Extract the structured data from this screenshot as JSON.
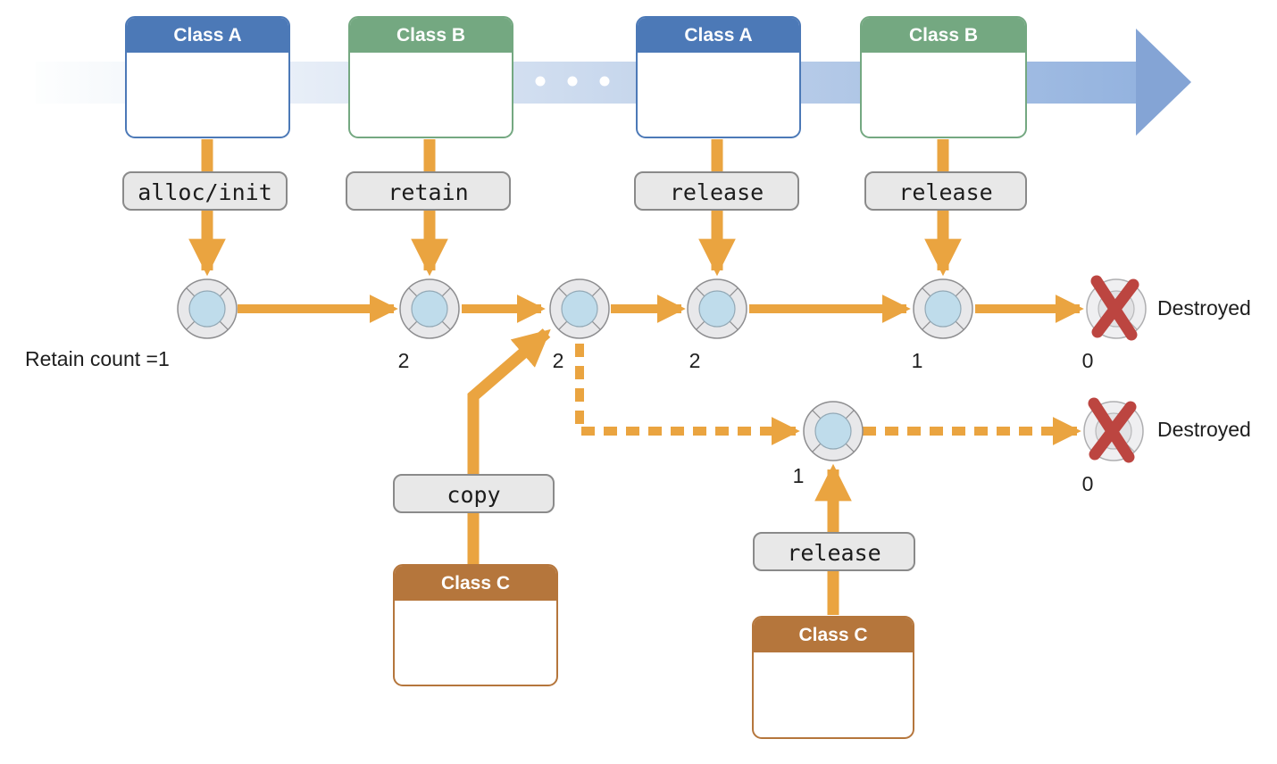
{
  "colors": {
    "orange": "#EAA440",
    "class-a-blue": "#4C79B7",
    "class-b-green": "#74A881",
    "class-c-brown": "#B5763C",
    "timeline-head": "#84A4D5",
    "timeline-band-end": "#94B3DF",
    "node-ring": "#E8E8EA",
    "node-core": "#BFDCEB",
    "destroyed-red": "#BC4540",
    "label-bg": "#E8E8E8",
    "label-border": "#8A8A8A"
  },
  "class_boxes": [
    {
      "id": "class-a-1",
      "label": "Class A"
    },
    {
      "id": "class-b-1",
      "label": "Class B"
    },
    {
      "id": "class-a-2",
      "label": "Class A"
    },
    {
      "id": "class-b-2",
      "label": "Class B"
    },
    {
      "id": "class-c-copy",
      "label": "Class C"
    },
    {
      "id": "class-c-release",
      "label": "Class C"
    }
  ],
  "actions": [
    {
      "id": "alloc-init",
      "label": "alloc/init"
    },
    {
      "id": "retain",
      "label": "retain"
    },
    {
      "id": "release-1",
      "label": "release"
    },
    {
      "id": "release-2",
      "label": "release"
    },
    {
      "id": "copy",
      "label": "copy"
    },
    {
      "id": "release-3",
      "label": "release"
    }
  ],
  "main_track": {
    "start_label": "Retain count =1",
    "counts": [
      "2",
      "2",
      "2",
      "1"
    ],
    "destroyed": {
      "count": "0",
      "label": "Destroyed"
    }
  },
  "branch_track": {
    "count": "1",
    "destroyed": {
      "count": "0",
      "label": "Destroyed"
    }
  }
}
